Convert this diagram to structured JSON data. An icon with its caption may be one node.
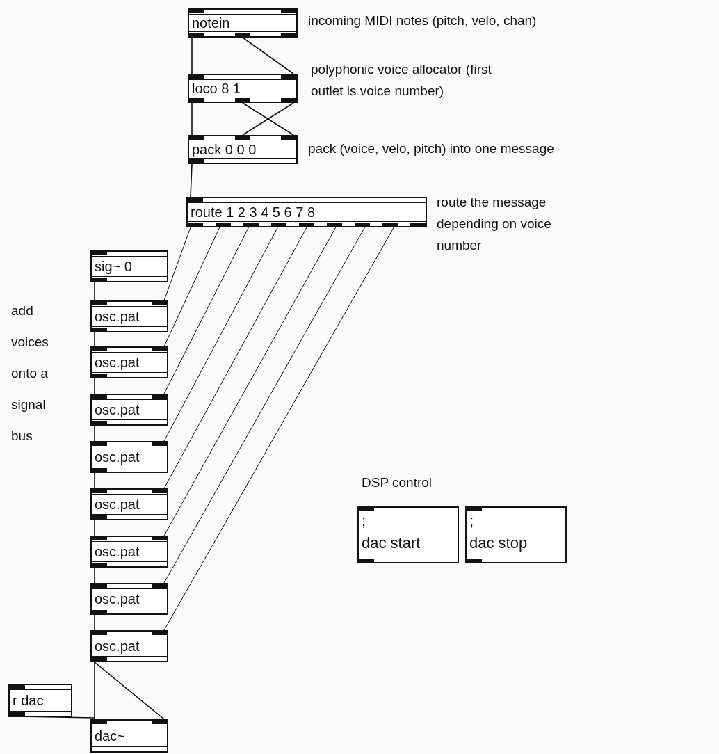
{
  "diagram": {
    "nodes": [
      {
        "text": [
          "notein"
        ],
        "beside": [
          "incoming MIDI notes (pitch, velo, chan)"
        ]
      },
      {
        "text": [
          "loco 8 1"
        ],
        "beside": [
          "polyphonic voice allocator (first outlet is voice number)"
        ]
      },
      {
        "text": [
          "pack 0 0 0"
        ],
        "beside": [
          "pack (voice, velo, pitch) into one message"
        ]
      },
      {
        "text": [
          "route 1 2 3 4 5 6 7 8"
        ],
        "beside": [
          "route the message depending on voice number"
        ]
      },
      {
        "text": [
          "sig~ 0"
        ]
      },
      {
        "text": [
          "osc.pat"
        ]
      },
      {
        "text": [
          "osc.pat"
        ]
      },
      {
        "text": [
          "osc.pat"
        ]
      },
      {
        "text": [
          "osc.pat"
        ]
      },
      {
        "text": [
          "osc.pat"
        ]
      },
      {
        "text": [
          "osc.pat"
        ]
      },
      {
        "text": [
          "osc.pat"
        ]
      },
      {
        "text": [
          "osc.pat"
        ]
      },
      {
        "text": [
          "r dac"
        ]
      },
      {
        "text": [
          "dac~"
        ]
      },
      {
        "text": [
          ";",
          "dac start"
        ]
      },
      {
        "text": [
          ";",
          "dac stop"
        ]
      }
    ],
    "edges": [
      {
        "from": 0,
        "to": 1,
        "arrow": "none"
      },
      {
        "from": 0,
        "to": 1,
        "arrow": "none"
      },
      {
        "from": 1,
        "to": 2,
        "arrow": "none"
      },
      {
        "from": 1,
        "to": 2,
        "arrow": "none"
      },
      {
        "from": 1,
        "to": 2,
        "arrow": "none"
      },
      {
        "from": 2,
        "to": 3,
        "arrow": "none"
      },
      {
        "from": 3,
        "to": 5,
        "arrow": "none"
      },
      {
        "from": 3,
        "to": 6,
        "arrow": "none"
      },
      {
        "from": 3,
        "to": 7,
        "arrow": "none"
      },
      {
        "from": 3,
        "to": 8,
        "arrow": "none"
      },
      {
        "from": 3,
        "to": 9,
        "arrow": "none"
      },
      {
        "from": 3,
        "to": 10,
        "arrow": "none"
      },
      {
        "from": 3,
        "to": 11,
        "arrow": "none"
      },
      {
        "from": 3,
        "to": 12,
        "arrow": "none"
      },
      {
        "from": 4,
        "to": 5,
        "arrow": "none"
      },
      {
        "from": 5,
        "to": 6,
        "arrow": "none"
      },
      {
        "from": 6,
        "to": 7,
        "arrow": "none"
      },
      {
        "from": 7,
        "to": 8,
        "arrow": "none"
      },
      {
        "from": 8,
        "to": 9,
        "arrow": "none"
      },
      {
        "from": 9,
        "to": 10,
        "arrow": "none"
      },
      {
        "from": 10,
        "to": 11,
        "arrow": "none"
      },
      {
        "from": 11,
        "to": 12,
        "arrow": "none"
      },
      {
        "from": 12,
        "to": 14,
        "arrow": "none"
      },
      {
        "from": 12,
        "to": 14,
        "arrow": "none"
      },
      {
        "from": 13,
        "to": 14,
        "arrow": "none"
      }
    ],
    "labels": [
      "add voices onto a signal bus",
      "DSP control"
    ]
  }
}
